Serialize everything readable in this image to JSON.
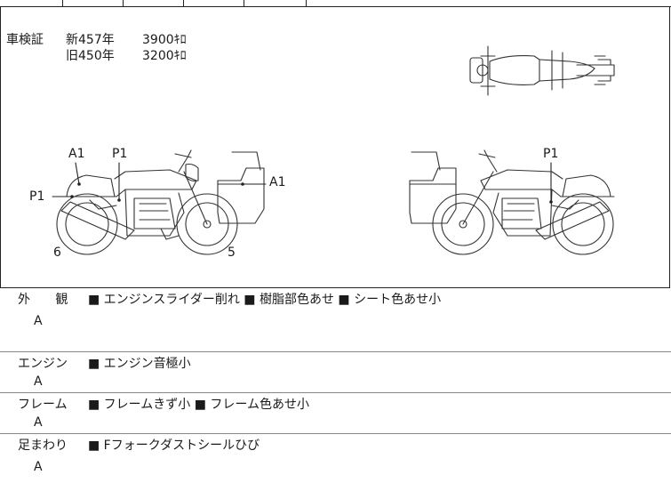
{
  "registration": {
    "label": "車検証",
    "lines": [
      {
        "year": "新457年",
        "value": "3900ｷﾛ"
      },
      {
        "year": "旧450年",
        "value": "3200ｷﾛ"
      }
    ]
  },
  "damage_labels": {
    "left_a1": "A1",
    "left_p1_top": "P1",
    "left_p1_side": "P1",
    "left_a1_case": "A1",
    "left_num_rear": "6",
    "left_num_front": "5",
    "right_p1": "P1"
  },
  "inspection_rows": [
    {
      "label": "外 観",
      "grade": "A",
      "note": "■ エンジンスライダー削れ ■ 樹脂部色あせ ■ シート色あせ小"
    },
    {
      "label": "エンジン",
      "grade": "A",
      "note": "■ エンジン音極小"
    },
    {
      "label": "フレーム",
      "grade": "A",
      "note": "■ フレームきず小 ■ フレーム色あせ小"
    },
    {
      "label": "足まわり",
      "grade": "A",
      "note": "■ Fフォークダストシールひび"
    }
  ],
  "colors": {
    "line": "#222222",
    "text": "#1a1a1a",
    "divider": "#888888"
  }
}
